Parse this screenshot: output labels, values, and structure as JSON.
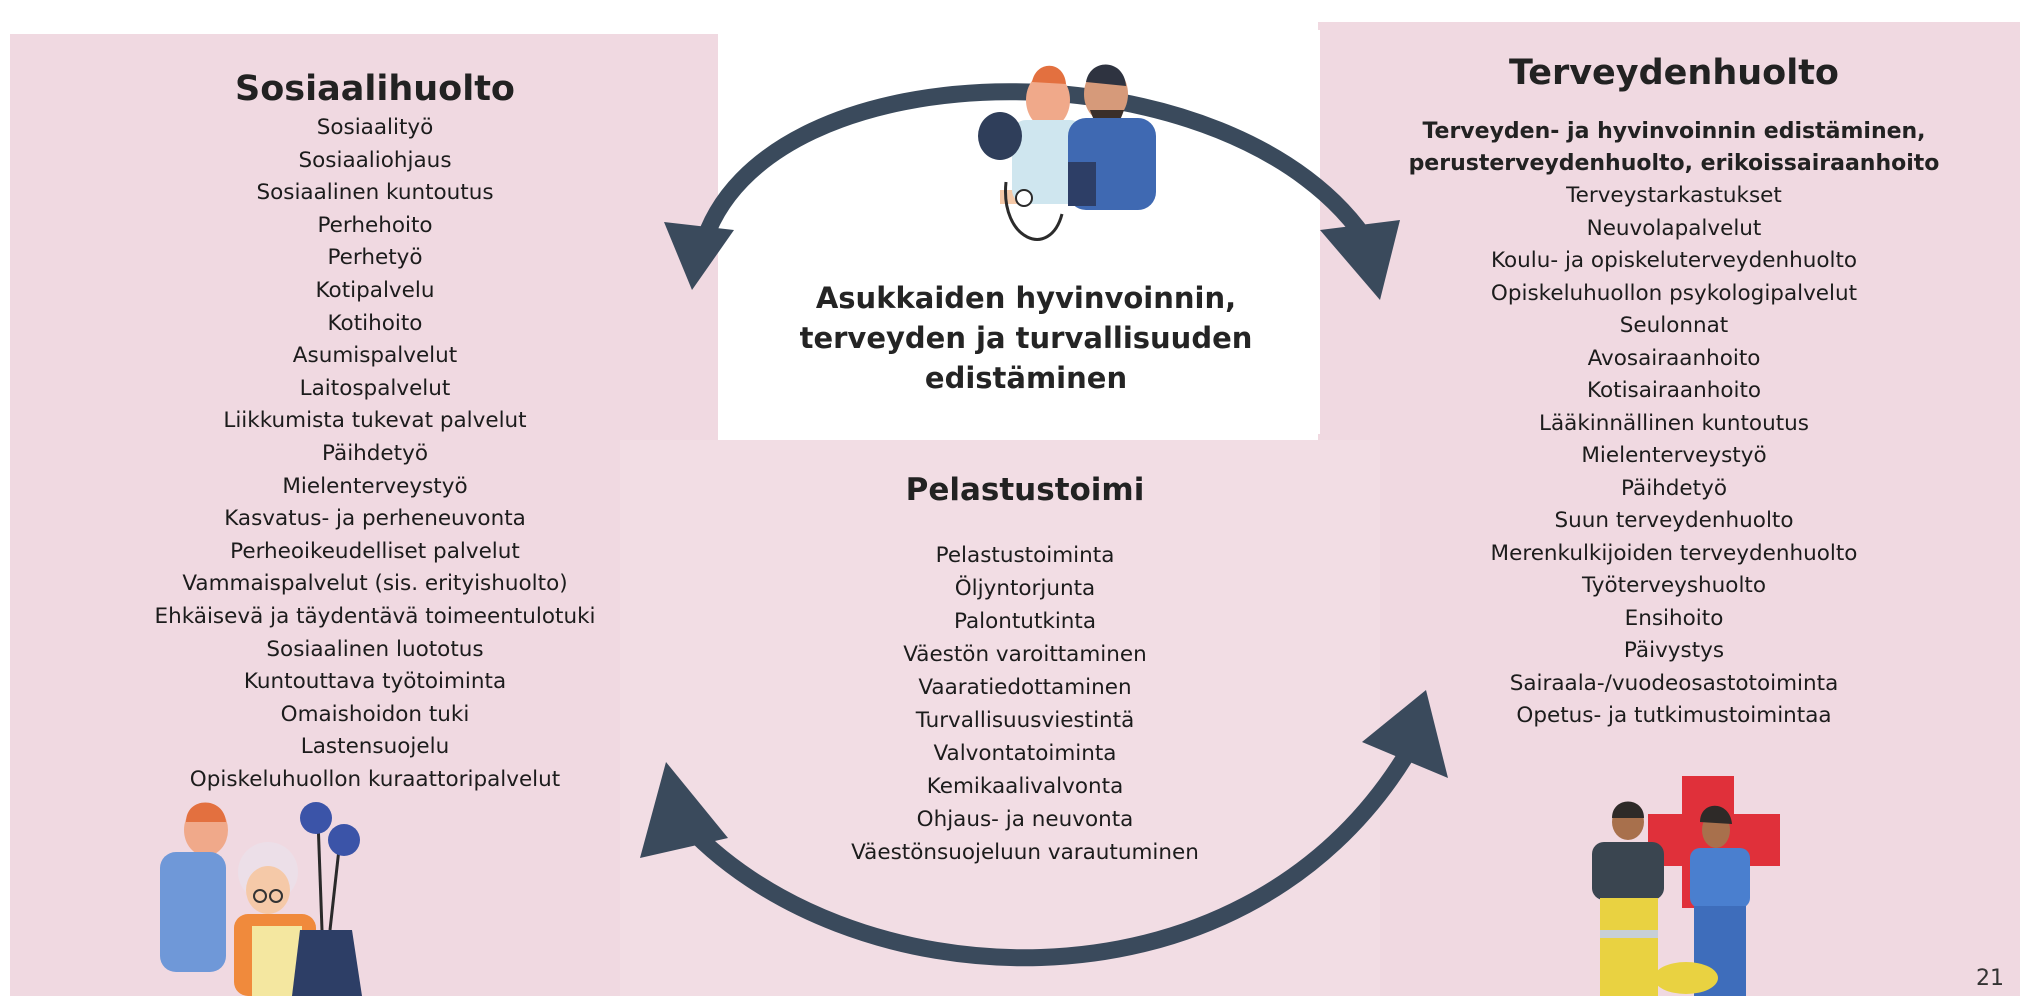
{
  "center": {
    "lines": [
      "Asukkaiden hyvinvoinnin,",
      "terveyden ja turvallisuuden",
      "edistäminen"
    ]
  },
  "left": {
    "title": "Sosiaalihuolto",
    "items": [
      "Sosiaalityö",
      "Sosiaaliohjaus",
      "Sosiaalinen kuntoutus",
      "Perhehoito",
      "Perhetyö",
      "Kotipalvelu",
      "Kotihoito",
      "Asumispalvelut",
      "Laitospalvelut",
      "Liikkumista tukevat palvelut",
      "Päihdetyö",
      "Mielenterveystyö",
      "Kasvatus- ja perheneuvonta",
      "Perheoikeudelliset palvelut",
      "Vammaispalvelut (sis. erityishuolto)",
      "Ehkäisevä ja täydentävä toimeentulotuki",
      "Sosiaalinen luototus",
      "Kuntouttava työtoiminta",
      "Omaishoidon tuki",
      "Lastensuojelu",
      "Opiskeluhuollon kuraattoripalvelut"
    ]
  },
  "right": {
    "title": "Terveydenhuolto",
    "subtitle_lines": [
      "Terveyden- ja hyvinvoinnin edistäminen,",
      "perusterveydenhuolto, erikoissairaanhoito"
    ],
    "items": [
      "Terveystarkastukset",
      "Neuvolapalvelut",
      "Koulu- ja opiskeluterveydenhuolto",
      "Opiskeluhuollon psykologipalvelut",
      "Seulonnat",
      "Avosairaanhoito",
      "Kotisairaanhoito",
      "Lääkinnällinen kuntoutus",
      "Mielenterveystyö",
      "Päihdetyö",
      "Suun terveydenhuolto",
      "Merenkulkijoiden terveydenhuolto",
      "Työterveyshuolto",
      "Ensihoito",
      "Päivystys",
      "Sairaala-/vuodeosastotoiminta",
      "Opetus- ja tutkimustoimintaa"
    ]
  },
  "middle": {
    "title": "Pelastustoimi",
    "items": [
      "Pelastustoiminta",
      "Öljyntorjunta",
      "Palontutkinta",
      "Väestön varoittaminen",
      "Vaaratiedottaminen",
      "Turvallisuusviestintä",
      "Valvontatoiminta",
      "Kemikaalivalvonta",
      "Ohjaus- ja neuvonta",
      "Väestönsuojeluun varautuminen"
    ]
  },
  "page_number": "21",
  "colors": {
    "panel_pink": "#f0d9e1",
    "arrow": "#3a4a5c",
    "text": "#1c1c1c",
    "cross_red": "#e0303a"
  }
}
